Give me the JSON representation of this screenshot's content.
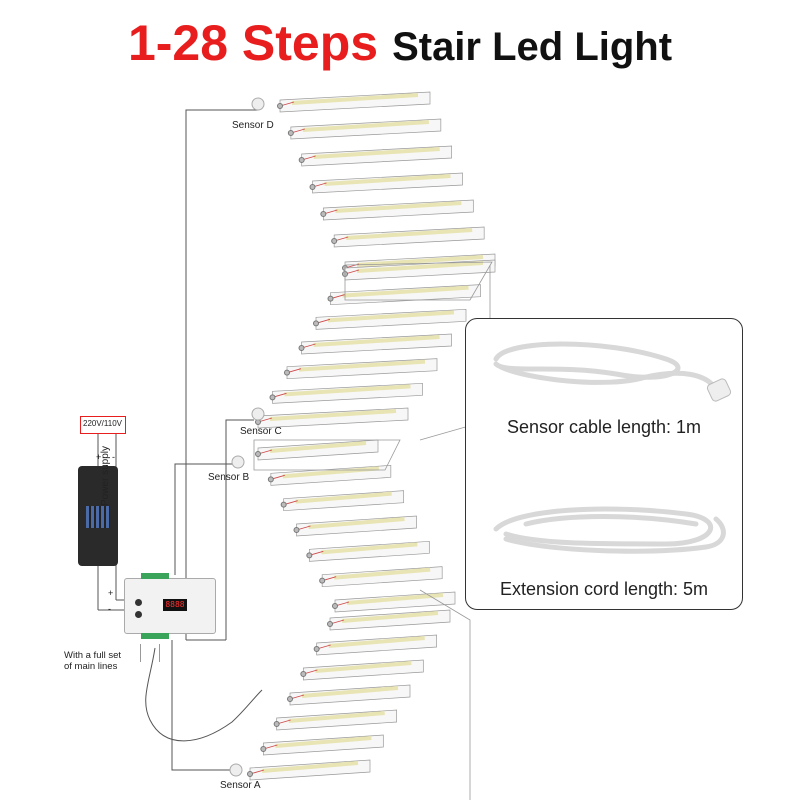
{
  "title": {
    "highlight": "1-28 Steps",
    "rest": "Stair Led Light"
  },
  "sensors": {
    "a": "Sensor A",
    "b": "Sensor B",
    "c": "Sensor C",
    "d": "Sensor D"
  },
  "power": {
    "voltage": "220V/110V",
    "plus": "+",
    "minus": "-",
    "label": "Power supply"
  },
  "controller": {
    "display": "8888",
    "bottom_plus": "+",
    "bottom_minus": "-"
  },
  "mainlines_note": "With a full set\nof main lines",
  "panel": {
    "sensor_cable": "Sensor cable length: 1m",
    "extension_cord": "Extension cord length: 5m"
  },
  "steps_count": 28,
  "colors": {
    "accent": "#e81e1e",
    "led": "#e8e4b4",
    "wire_red": "#d04848"
  }
}
